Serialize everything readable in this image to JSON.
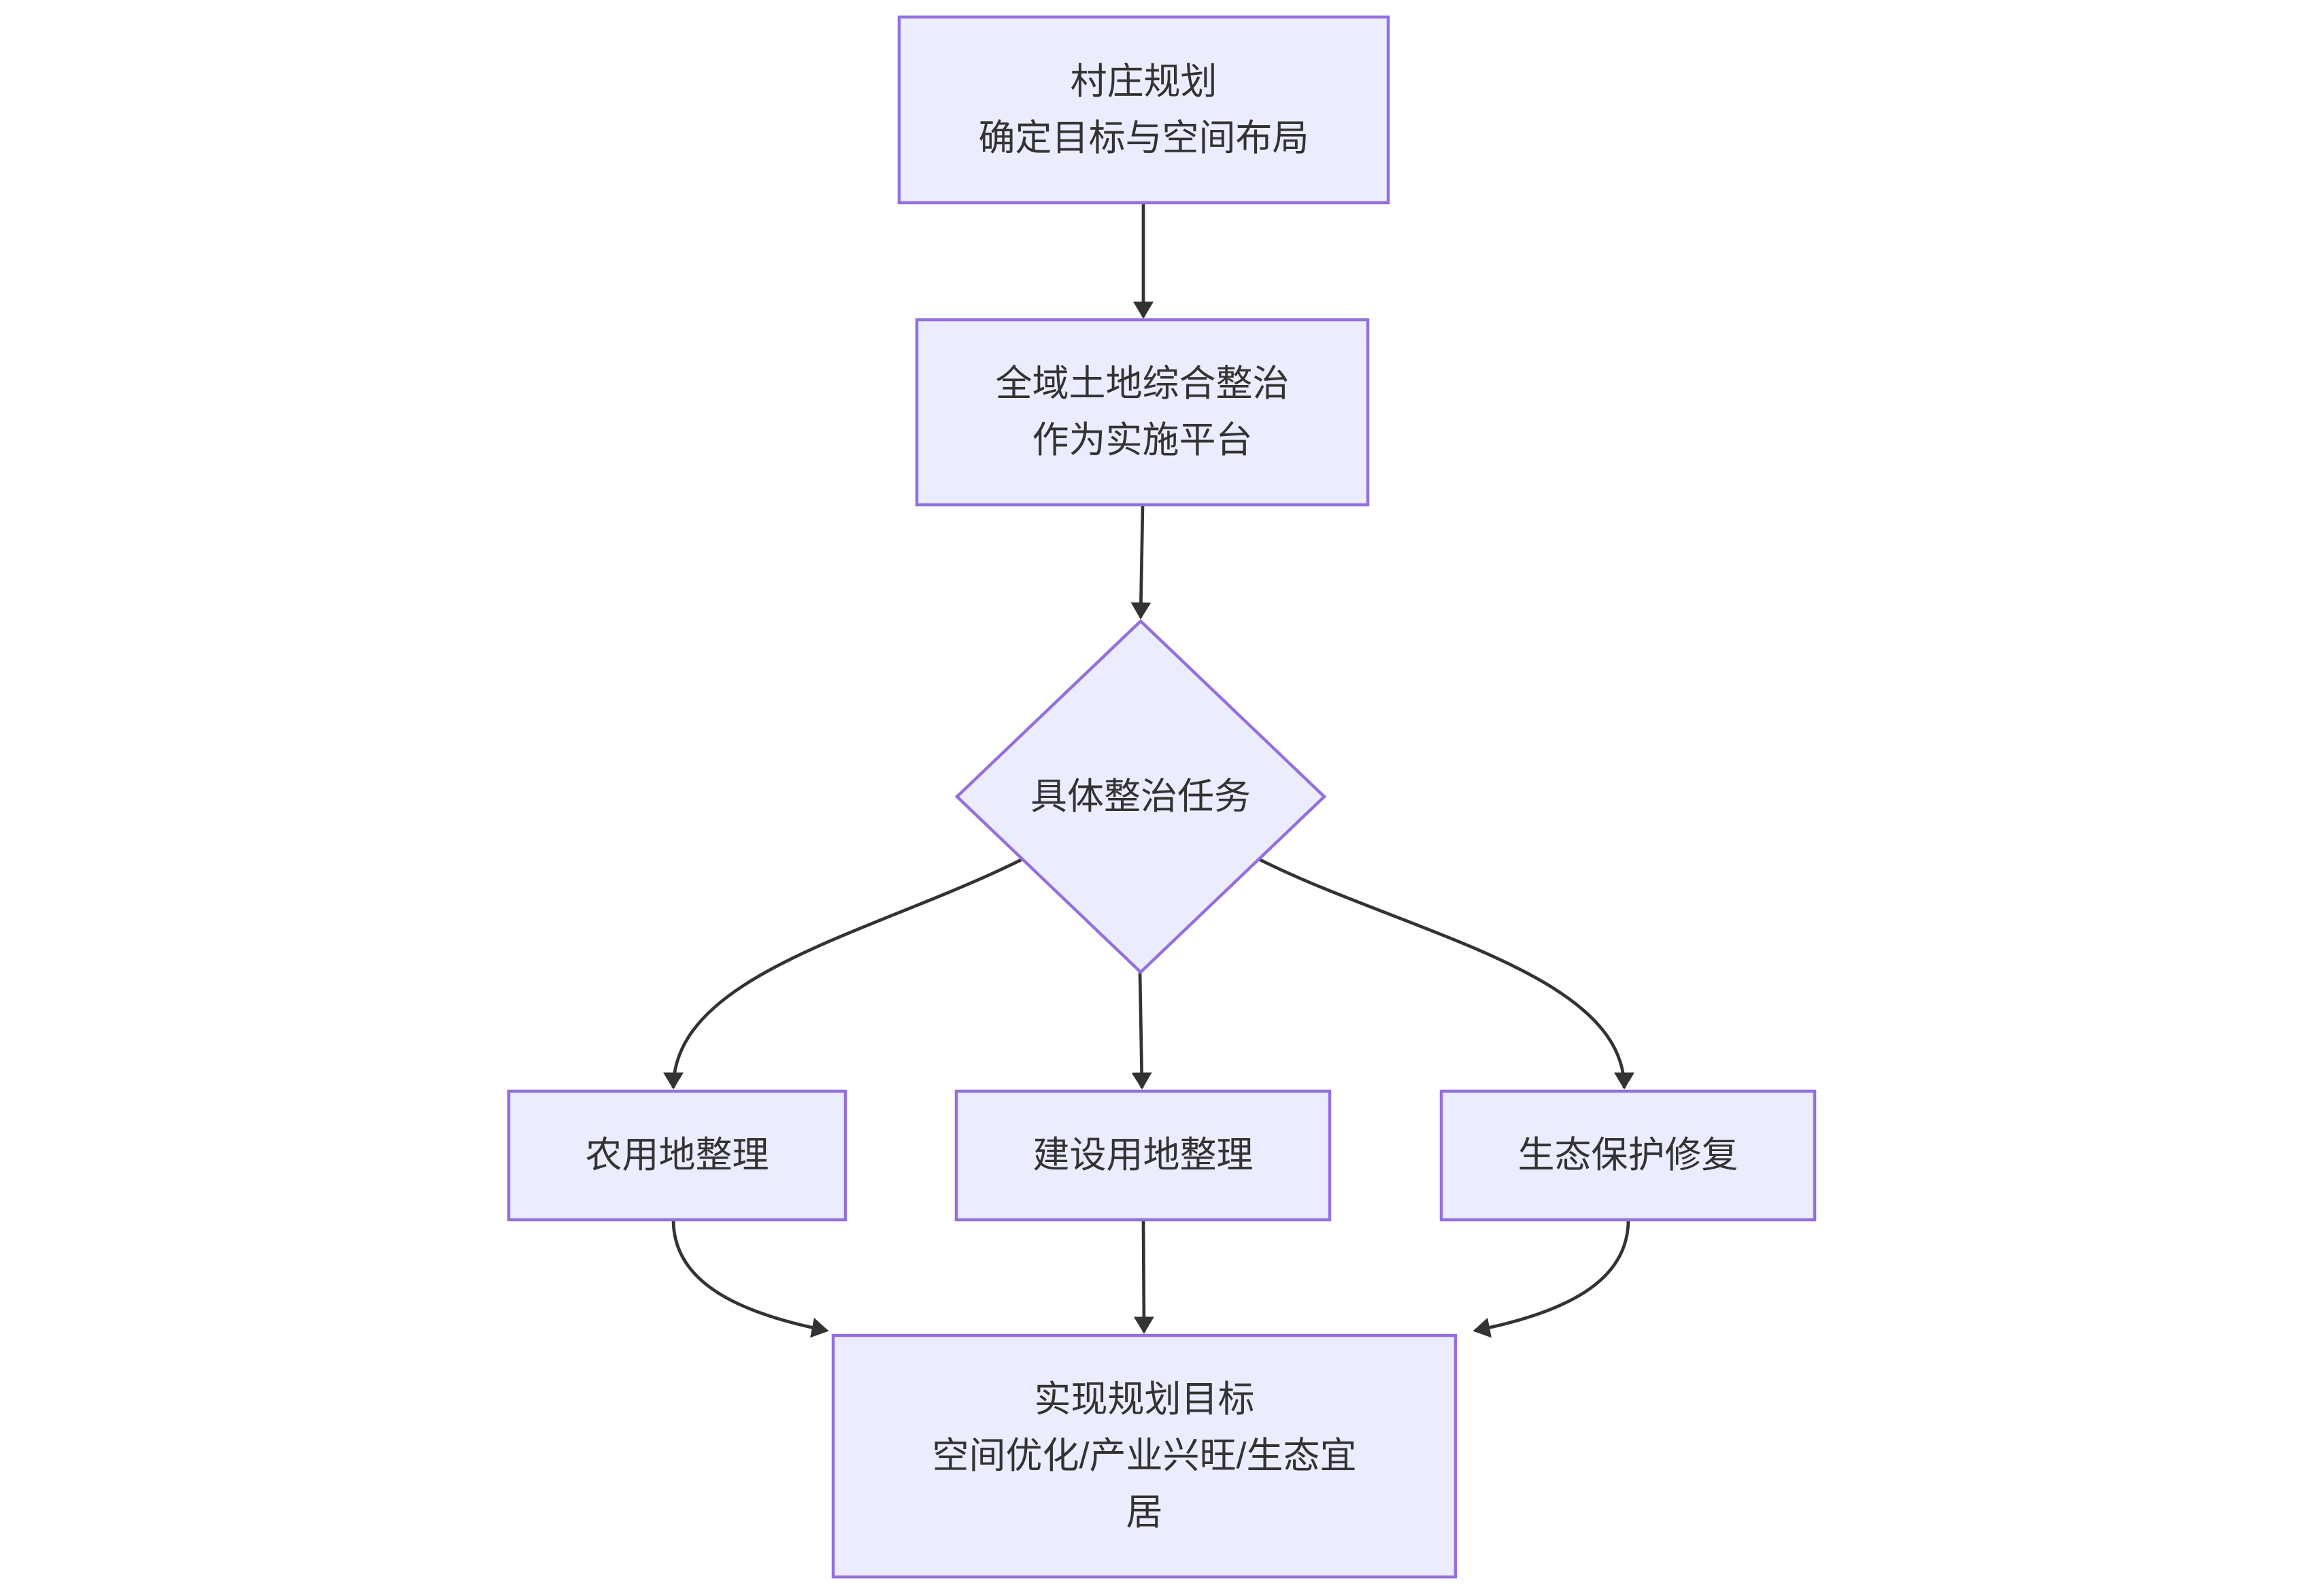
{
  "diagram": {
    "type": "flowchart",
    "colors": {
      "canvas_bg": "#ffffff",
      "node_fill": "#ECECFF",
      "node_border": "#9370DB",
      "edge_color": "#333333",
      "text_color": "#333333"
    },
    "nodes": {
      "village_planning": {
        "line1": "村庄规划",
        "line2": "确定目标与空间布局"
      },
      "platform": {
        "line1": "全域土地综合整治",
        "line2": "作为实施平台"
      },
      "tasks": {
        "label": "具体整治任务"
      },
      "farmland": {
        "label": "农用地整理"
      },
      "construction": {
        "label": "建设用地整理"
      },
      "ecology": {
        "label": "生态保护修复"
      },
      "goal": {
        "line1": "实现规划目标",
        "line2": "空间优化/产业兴旺/生态宜",
        "line3": "居"
      }
    }
  }
}
